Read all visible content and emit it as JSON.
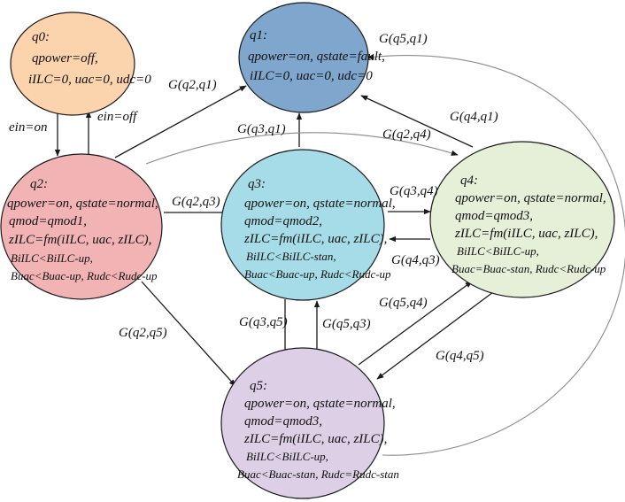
{
  "states": {
    "q0": {
      "fill": "#fbd3ad",
      "lines": [
        "q0:",
        "qpower=off,",
        "iILC=0, uac=0, udc=0"
      ]
    },
    "q1": {
      "fill": "#7fa6cc",
      "lines": [
        "q1:",
        "qpower=on, qstate=fault,",
        "iILC=0, uac=0, udc=0"
      ]
    },
    "q2": {
      "fill": "#f2b3b4",
      "lines": [
        "q2:",
        "qpower=on, qstate=normal,",
        "qmod=qmod1,",
        "zILC=fm(iILC, uac, zILC),",
        "BiILC<BiILC-up,",
        "Buac<Buac-up, Rudc<Rudc-up"
      ]
    },
    "q3": {
      "fill": "#a6dce7",
      "lines": [
        "q3:",
        "qpower=on, qstate=normal,",
        "qmod=qmod2,",
        "zILC=fm(iILC, uac, zILC),",
        "BiILC<BiILC-stan,",
        "Buac<Buac-up, Rudc<Rudc-up"
      ]
    },
    "q4": {
      "fill": "#e6f0d8",
      "lines": [
        "q4:",
        "qpower=on, qstate=normal,",
        "qmod=qmod3,",
        "zILC=fm(iILC, uac, zILC),",
        "BiILC<BiILC-up,",
        "Buac=Buac-stan, Rudc<Rudc-up"
      ]
    },
    "q5": {
      "fill": "#dccfe6",
      "lines": [
        "q5:",
        "qpower=on, qstate=normal,",
        "qmod=qmod3,",
        "zILC=fm(iILC, uac, zILC),",
        "BiILC<BiILC-up,",
        "Buac<Buac-stan, Rudc=Rudc-stan"
      ]
    }
  },
  "transitions": {
    "q0_q2": "ein=on",
    "q2_q0": "ein=off",
    "q2_q1": "G(q2,q1)",
    "q3_q1": "G(q3,q1)",
    "q4_q1": "G(q4,q1)",
    "q5_q1": "G(q5,q1)",
    "q2_q4": "G(q2,q4)",
    "q2_q3": "G(q2,q3)",
    "q3_q4": "G(q3,q4)",
    "q4_q3": "G(q4,q3)",
    "q2_q5": "G(q2,q5)",
    "q3_q5": "G(q3,q5)",
    "q5_q3": "G(q5,q3)",
    "q5_q4": "G(q5,q4)",
    "q4_q5": "G(q4,q5)"
  }
}
